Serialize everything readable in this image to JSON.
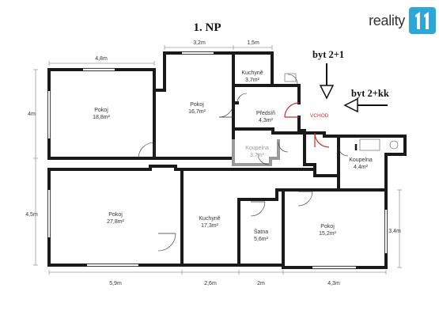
{
  "title": "1. NP",
  "brand": {
    "name": "reality",
    "accent": "#2aa8d8"
  },
  "labels": {
    "byt_21": "byt 2+1",
    "byt_2kk": "byt 2+kk",
    "vchod": "VCHOD"
  },
  "rooms": {
    "pokoj_a": {
      "name": "Pokoj",
      "area": "18,8m²"
    },
    "pokoj_b": {
      "name": "Pokoj",
      "area": "16,7m²"
    },
    "kuchyne_a": {
      "name": "Kuchyně",
      "area": "3,7m²"
    },
    "predsin": {
      "name": "Předsíň",
      "area": "4,3m²"
    },
    "koupelna_a": {
      "name": "Koupelna",
      "area": "3,7m²"
    },
    "koupelna_b": {
      "name": "Koupelna",
      "area": "4,4m²"
    },
    "pokoj_c": {
      "name": "Pokoj",
      "area": "27,8m²"
    },
    "kuchyne_b": {
      "name": "Kuchyně",
      "area": "17,3m²"
    },
    "satna": {
      "name": "Šatna",
      "area": "5,6m²"
    },
    "pokoj_d": {
      "name": "Pokoj",
      "area": "15,2m²"
    }
  },
  "dimensions": {
    "top_a": "3,2m",
    "top_b": "1,5m",
    "top_left": "4,8m",
    "left_upper": "4m",
    "left_lower": "4,5m",
    "right": "3,4m",
    "bottom_a": "5,9m",
    "bottom_b": "2,6m",
    "bottom_c": "2m",
    "bottom_d": "4,3m"
  },
  "colors": {
    "wall": "#1a1a1a",
    "entrance": "#d0292a",
    "dimension": "#9c9c9c"
  }
}
